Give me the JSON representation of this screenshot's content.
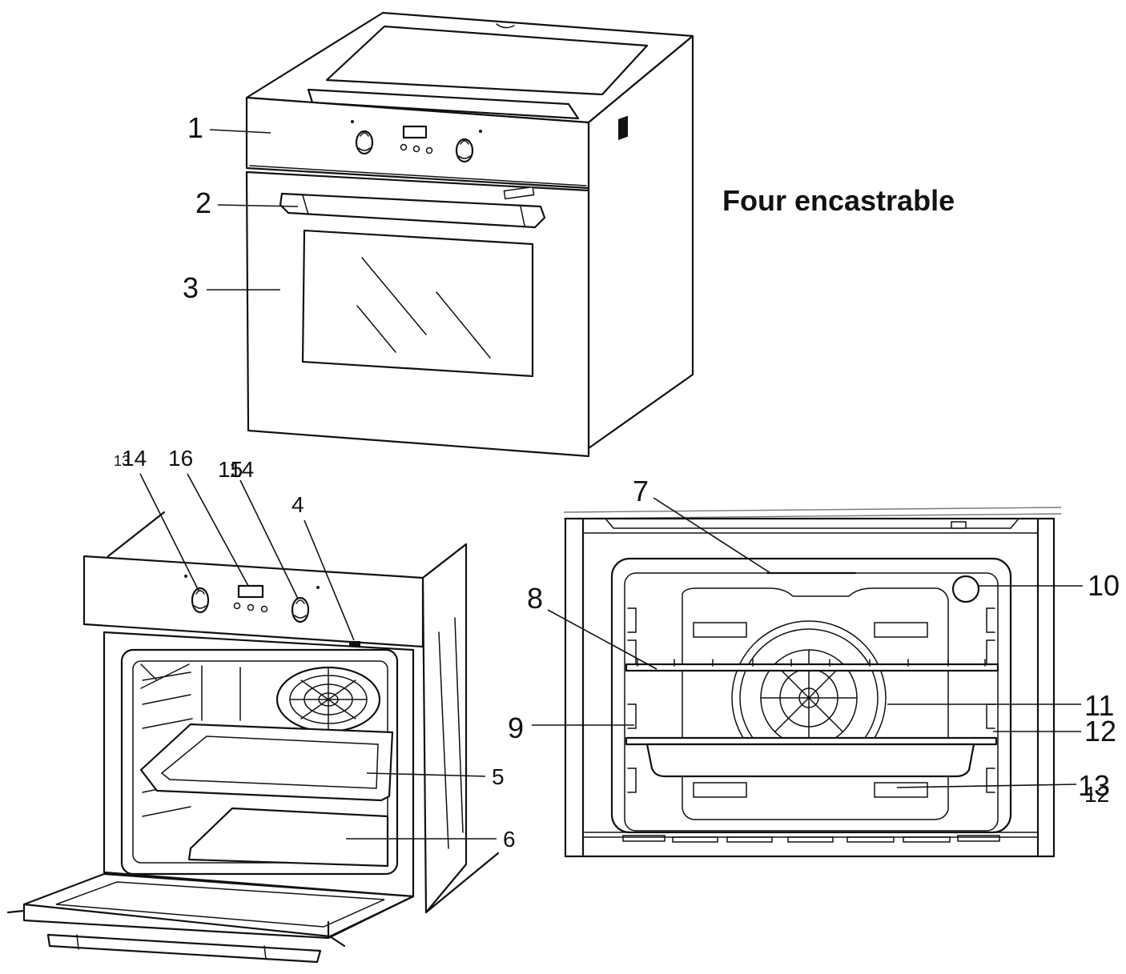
{
  "title": "Four encastrable",
  "callouts": {
    "c1": "1",
    "c2": "2",
    "c3": "3",
    "c4": "4",
    "c5": "5",
    "c6": "6",
    "c7": "7",
    "c8": "8",
    "c9": "9",
    "c10": "10",
    "c11": "11",
    "c12": "12",
    "c13": "13",
    "c13_overlay": "12",
    "c14": "14",
    "c14_overlay": "13",
    "c15": "15",
    "c15_overlay": "14",
    "c16": "16"
  },
  "icons": {
    "top_oven": "oven-closed-illustration",
    "open_oven": "oven-open-illustration",
    "front_view": "oven-interior-front-illustration"
  }
}
